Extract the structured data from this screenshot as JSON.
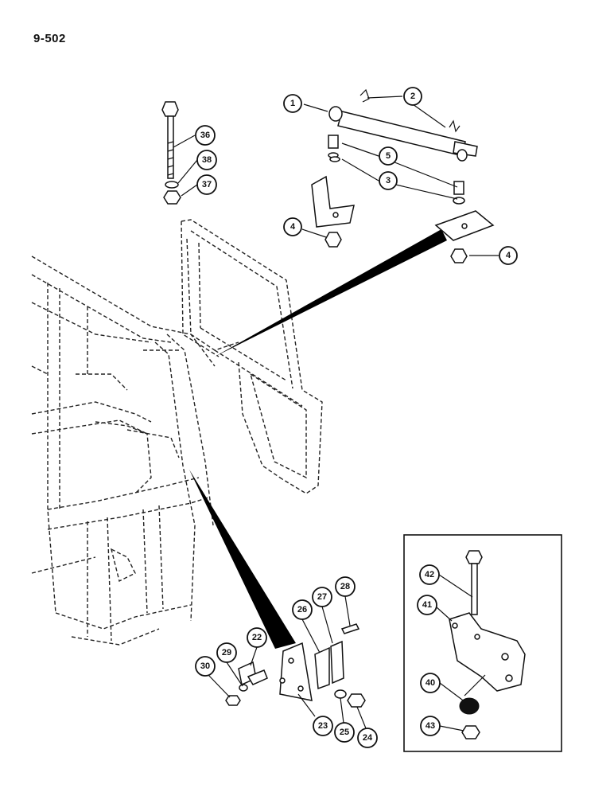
{
  "page_number": "9-502",
  "callouts": [
    {
      "id": "c1",
      "label": "1"
    },
    {
      "id": "c2",
      "label": "2"
    },
    {
      "id": "c3",
      "label": "3"
    },
    {
      "id": "c4a",
      "label": "4"
    },
    {
      "id": "c4b",
      "label": "4"
    },
    {
      "id": "c5",
      "label": "5"
    },
    {
      "id": "c36",
      "label": "36"
    },
    {
      "id": "c38",
      "label": "38"
    },
    {
      "id": "c37",
      "label": "37"
    },
    {
      "id": "c22",
      "label": "22"
    },
    {
      "id": "c23",
      "label": "23"
    },
    {
      "id": "c24",
      "label": "24"
    },
    {
      "id": "c25",
      "label": "25"
    },
    {
      "id": "c26",
      "label": "26"
    },
    {
      "id": "c27",
      "label": "27"
    },
    {
      "id": "c28",
      "label": "28"
    },
    {
      "id": "c29",
      "label": "29"
    },
    {
      "id": "c30",
      "label": "30"
    },
    {
      "id": "c40",
      "label": "40"
    },
    {
      "id": "c41",
      "label": "41"
    },
    {
      "id": "c42",
      "label": "42"
    },
    {
      "id": "c43",
      "label": "43"
    }
  ]
}
